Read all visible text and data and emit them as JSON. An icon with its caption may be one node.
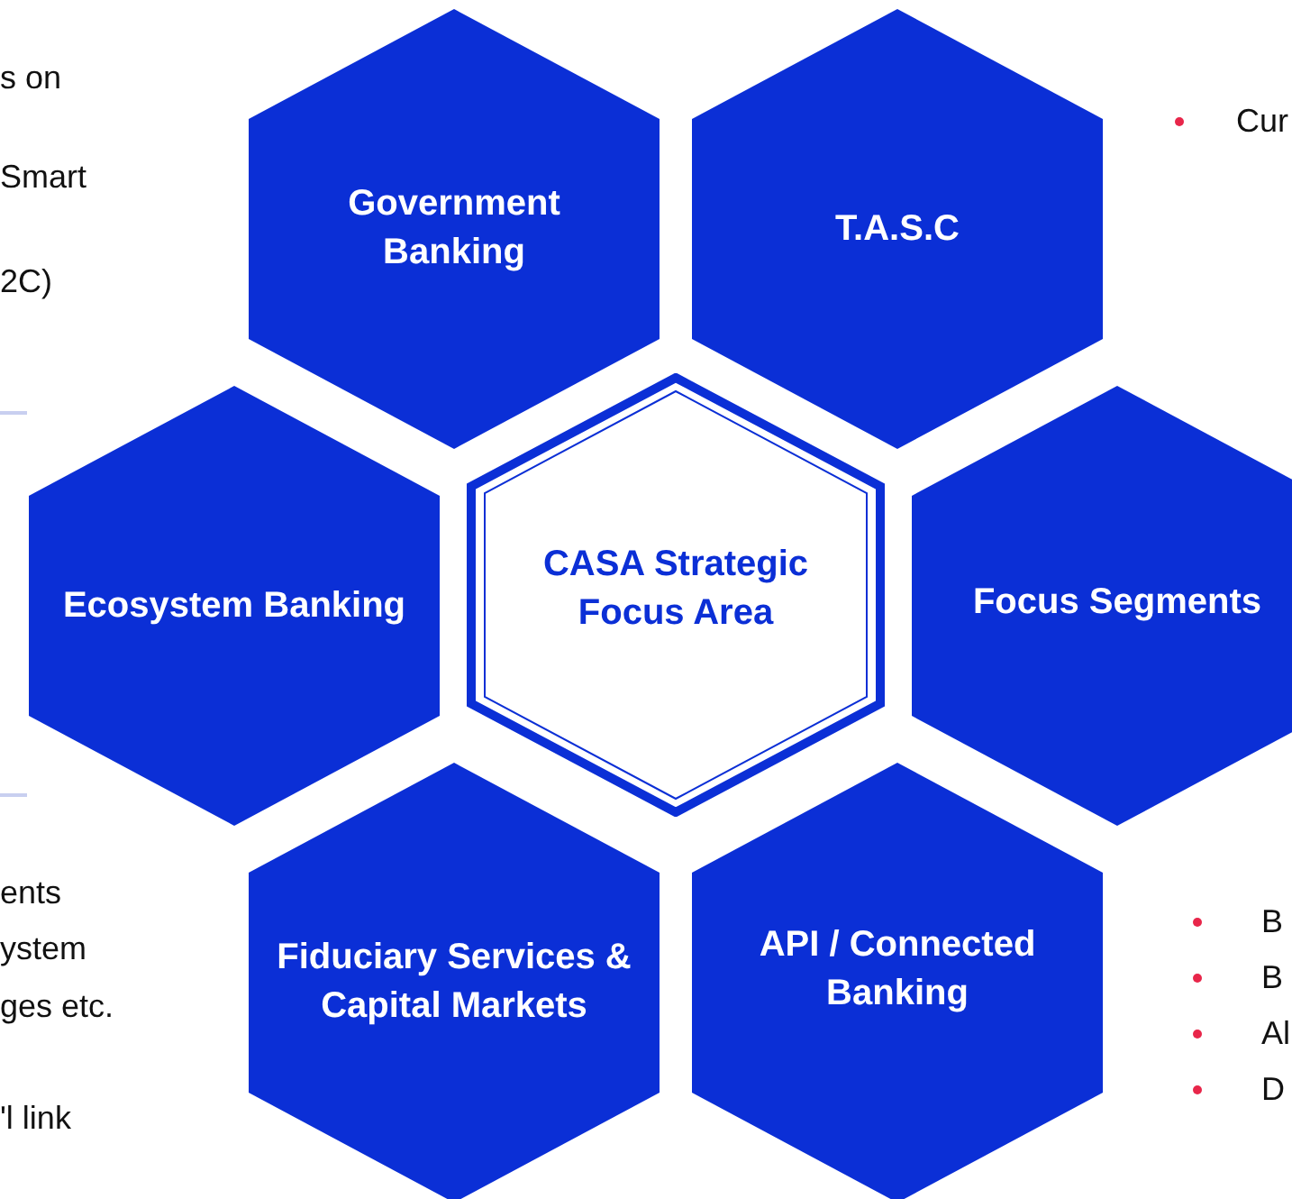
{
  "diagram": {
    "nodes": [
      {
        "text": [
          "Government Banking"
        ]
      },
      {
        "text": [
          "T.A.S.C"
        ]
      },
      {
        "text": [
          "Ecosystem Banking"
        ]
      },
      {
        "text": [
          "CASA Strategic Focus Area"
        ]
      },
      {
        "text": [
          "Focus Segments"
        ]
      },
      {
        "text": [
          "Fiduciary Services & Capital Markets"
        ]
      },
      {
        "text": [
          "API / Connected Banking"
        ]
      }
    ],
    "labels": [
      "s on",
      "Smart",
      "2C)",
      "Cur",
      "ents",
      "ystem",
      "ges etc.",
      "'l link",
      "B",
      "B",
      "Al",
      "D"
    ]
  }
}
